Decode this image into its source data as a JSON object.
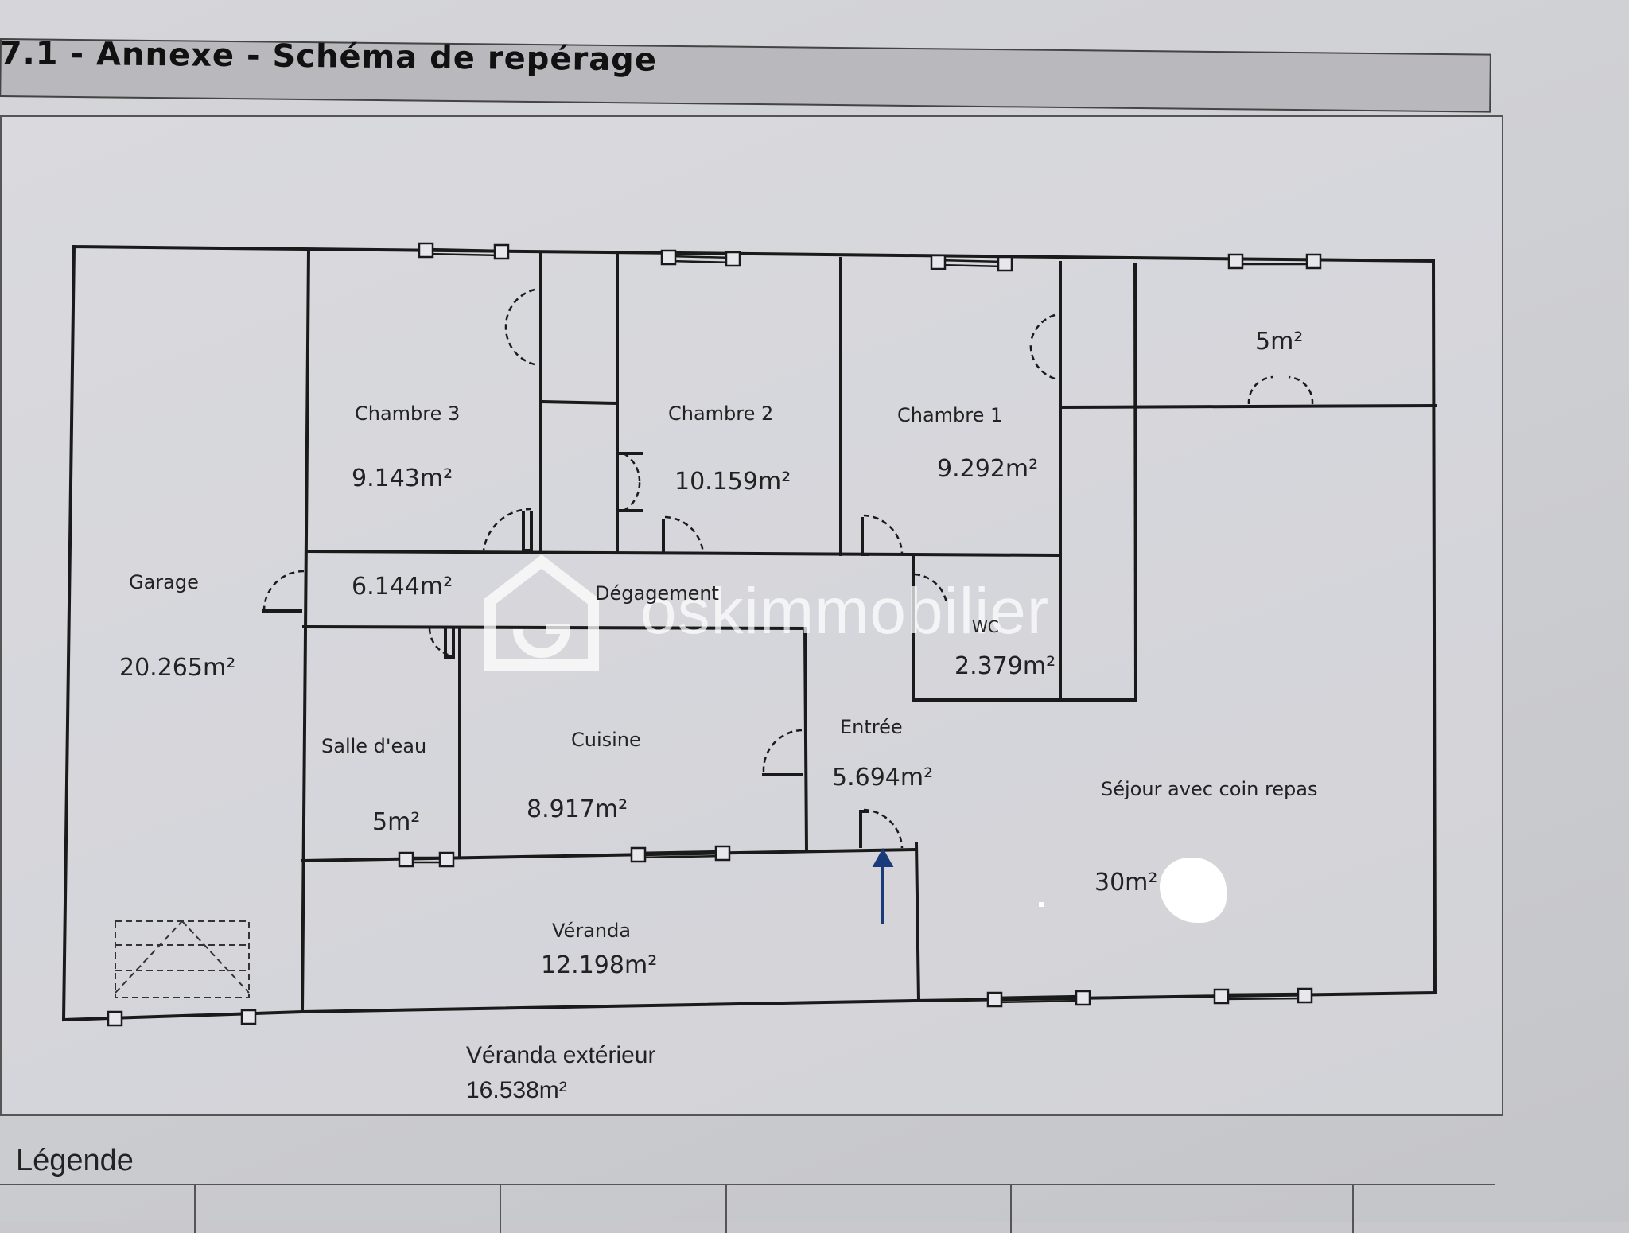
{
  "header": {
    "section_title": "7.1 - Annexe - Schéma de repérage"
  },
  "watermark": {
    "brand_text": "oskimmobilier"
  },
  "rooms": {
    "garage": {
      "name": "Garage",
      "area": "20.265m²"
    },
    "chambre3": {
      "name": "Chambre 3",
      "area": "9.143m²"
    },
    "chambre2": {
      "name": "Chambre 2",
      "area": "10.159m²"
    },
    "chambre1": {
      "name": "Chambre 1",
      "area": "9.292m²"
    },
    "placard": {
      "area": "5m²"
    },
    "degagement": {
      "name": "Dégagement",
      "area": "6.144m²"
    },
    "wc": {
      "name": "WC",
      "area": "2.379m²"
    },
    "salle_eau": {
      "name": "Salle d'eau",
      "area": "5m²"
    },
    "cuisine": {
      "name": "Cuisine",
      "area": "8.917m²"
    },
    "entree": {
      "name": "Entrée",
      "area": "5.694m²"
    },
    "sejour": {
      "name": "Séjour avec coin repas",
      "area": "30m²"
    },
    "veranda": {
      "name": "Véranda",
      "area": "12.198m²"
    },
    "veranda_ext": {
      "name": "Véranda extérieur",
      "area": "16.538m²"
    }
  },
  "legend": {
    "title": "Légende"
  },
  "colors": {
    "wall": "#1a1a1a",
    "paper": "#d3d4d8",
    "watermark": "#ffffff"
  }
}
